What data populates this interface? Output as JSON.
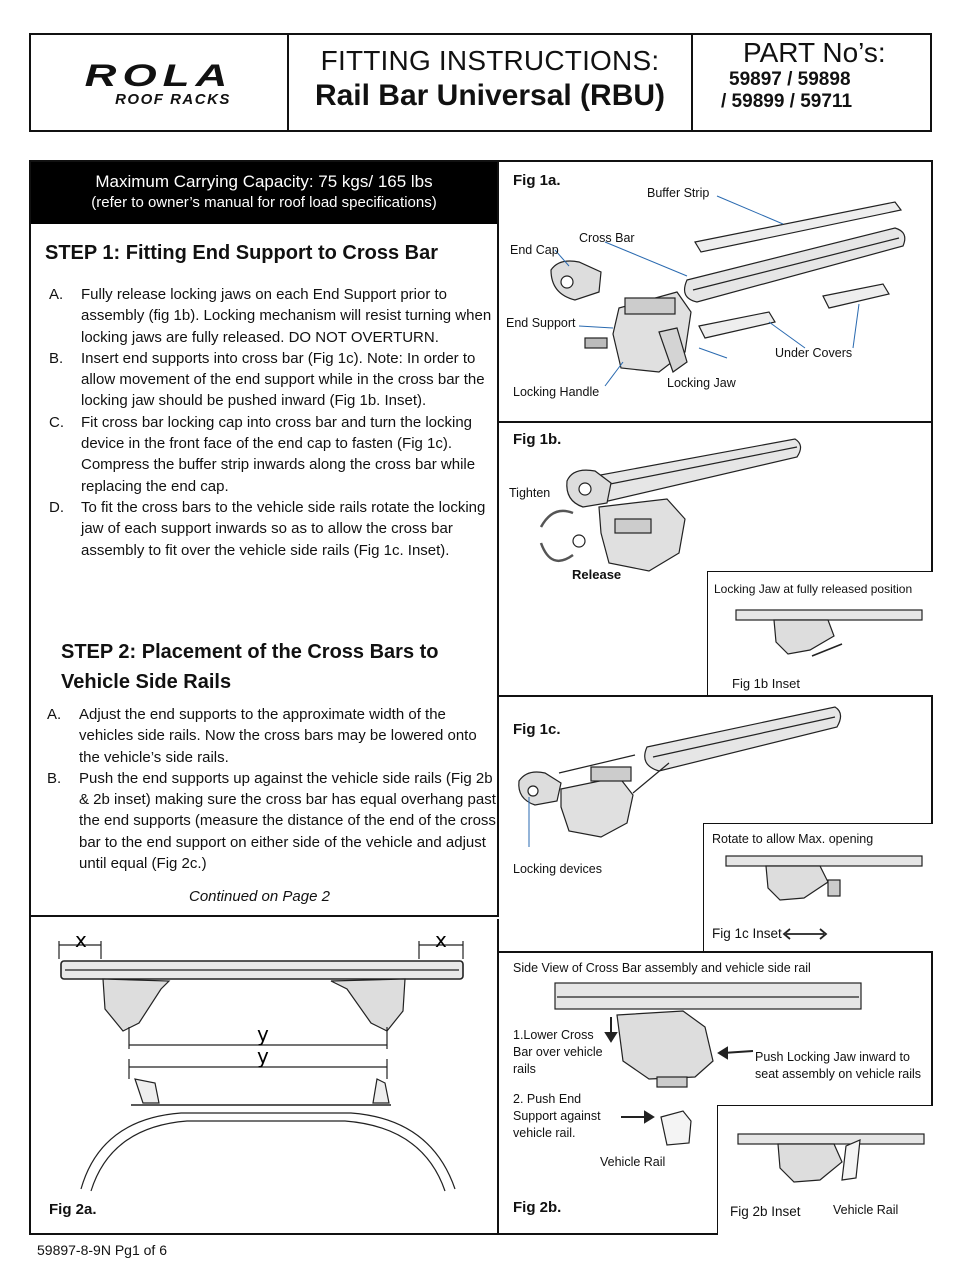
{
  "header": {
    "logo_text": "ROLA",
    "logo_sub": "ROOF RACKS",
    "title_line1": "FITTING INSTRUCTIONS:",
    "title_line2": "Rail Bar Universal (RBU)",
    "parts_label": "PART No’s:",
    "parts_line1": "59897 / 59898",
    "parts_line2": "/ 59899 / 59711"
  },
  "capacity": {
    "line1": "Maximum Carrying Capacity: 75 kgs/ 165 lbs",
    "line2": "(refer to owner’s manual for roof load specifications)"
  },
  "step1": {
    "heading": "STEP 1: Fitting End Support to Cross Bar",
    "items": [
      {
        "letter": "A.",
        "text": "Fully release locking jaws on each End Support prior to assembly (fig 1b).  Locking mechanism will resist turning when locking jaws are fully released.  DO NOT OVERTURN."
      },
      {
        "letter": "B.",
        "text": "Insert end supports into cross bar (Fig 1c).  Note: In order to allow movement of the end support while in the cross bar the locking jaw should be pushed inward (Fig 1b. Inset)."
      },
      {
        "letter": "C.",
        "text": "Fit cross bar locking cap into cross bar and turn the locking device in the front face of the end cap to fasten (Fig 1c).   Compress the buffer strip inwards along the cross bar while replacing the end cap."
      },
      {
        "letter": "D.",
        "text": "To fit the cross bars to the vehicle side rails rotate the locking jaw of each support inwards so as to allow the cross bar assembly to fit over the vehicle side rails (Fig 1c. Inset)."
      }
    ]
  },
  "step2": {
    "heading_line1": "STEP 2: Placement of the Cross Bars to",
    "heading_line2": "Vehicle Side Rails",
    "items": [
      {
        "letter": "A.",
        "text": "Adjust the end supports to the approximate width of the vehicles side rails.   Now the cross bars may be lowered onto the vehicle’s side rails."
      },
      {
        "letter": "B.",
        "text": "Push the end supports up against the vehicle side rails (Fig 2b & 2b inset) making sure the cross bar has equal overhang  past the end supports  (measure the distance of the end  of the cross bar to the end support on either side of the vehicle and adjust until equal (Fig 2c.)"
      }
    ],
    "continued": "Continued on Page 2"
  },
  "fig2a": {
    "label": "Fig 2a.",
    "x_left": "x",
    "x_right": "x",
    "y_top": "y",
    "y_bottom": "y"
  },
  "fig1a": {
    "label": "Fig 1a.",
    "buffer_strip": "Buffer Strip",
    "cross_bar": "Cross Bar",
    "end_cap": "End Cap",
    "end_support": "End Support",
    "under_covers": "Under Covers",
    "locking_jaw": "Locking Jaw",
    "locking_handle": "Locking Handle"
  },
  "fig1b": {
    "label": "Fig 1b.",
    "tighten": "Tighten",
    "release": "Release",
    "inset_title": "Locking Jaw at fully released position",
    "inset_label": "Fig 1b Inset"
  },
  "fig1c": {
    "label": "Fig 1c.",
    "locking_devices": "Locking devices",
    "inset_title": "Rotate to allow  Max. opening",
    "inset_label": "Fig 1c Inset"
  },
  "fig2b": {
    "title": "Side View of Cross Bar assembly and vehicle side rail",
    "step1": "1.Lower Cross Bar over vehicle rails",
    "step2": "2. Push End Support against vehicle rail.",
    "push_jaw": "Push Locking Jaw inward to seat assembly on vehicle rails",
    "vehicle_rail": "Vehicle Rail",
    "label": "Fig 2b.",
    "inset_label": "Fig 2b Inset",
    "inset_rail": "Vehicle Rail"
  },
  "footer": {
    "code": "59897-8-9N  Pg1 of 6"
  }
}
